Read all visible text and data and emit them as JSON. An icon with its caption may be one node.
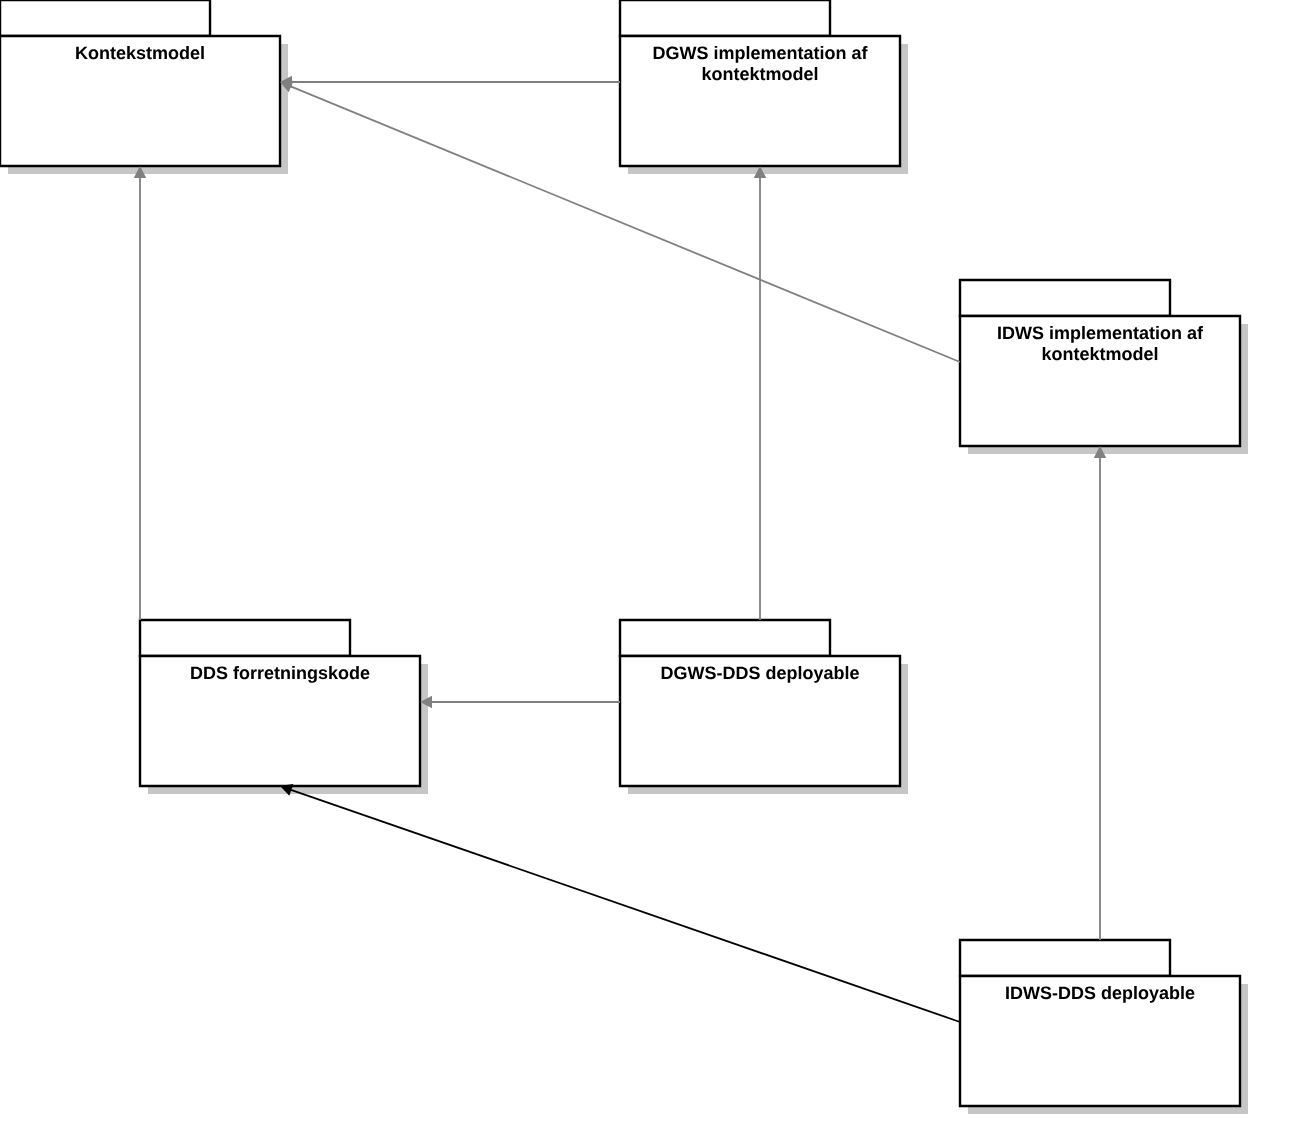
{
  "diagram": {
    "nodes": [
      {
        "text": [
          "Kontekstmodel"
        ]
      },
      {
        "text": [
          "DGWS implementation af kontektmodel"
        ]
      },
      {
        "text": [
          "IDWS implementation af kontektmodel"
        ]
      },
      {
        "text": [
          "DDS forretningskode"
        ]
      },
      {
        "text": [
          "DGWS-DDS deployable"
        ]
      },
      {
        "text": [
          "IDWS-DDS deployable"
        ]
      }
    ],
    "edges": [
      {
        "from": 1,
        "to": 0,
        "arrow": "to"
      },
      {
        "from": 2,
        "to": 0,
        "arrow": "to"
      },
      {
        "from": 3,
        "to": 0,
        "arrow": "to"
      },
      {
        "from": 4,
        "to": 1,
        "arrow": "to"
      },
      {
        "from": 4,
        "to": 3,
        "arrow": "to"
      },
      {
        "from": 5,
        "to": 2,
        "arrow": "to"
      },
      {
        "from": 5,
        "to": 3,
        "arrow": "to",
        "color": "#000000"
      }
    ]
  }
}
